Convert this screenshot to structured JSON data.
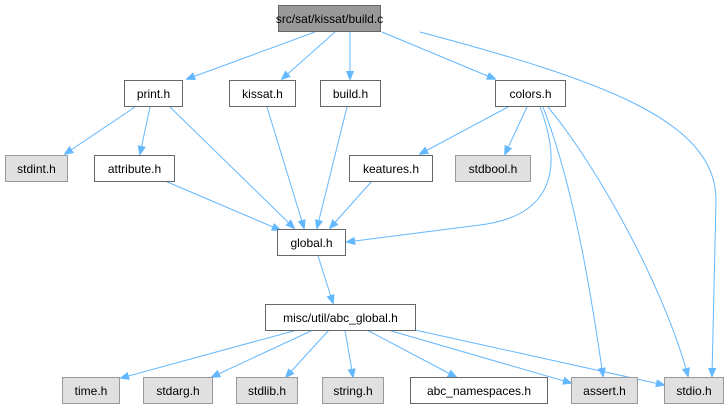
{
  "graph": {
    "root": "src/sat/kissat/build.c",
    "nodes": {
      "print": "print.h",
      "kissat": "kissat.h",
      "build": "build.h",
      "colors": "colors.h",
      "stdint": "stdint.h",
      "attribute": "attribute.h",
      "keatures": "keatures.h",
      "stdbool": "stdbool.h",
      "global": "global.h",
      "abc_global": "misc/util/abc_global.h",
      "time": "time.h",
      "stdarg": "stdarg.h",
      "stdlib": "stdlib.h",
      "string": "string.h",
      "abc_namespaces": "abc_namespaces.h",
      "assert": "assert.h",
      "stdio": "stdio.h"
    },
    "edges": [
      [
        "build.c",
        "print.h"
      ],
      [
        "build.c",
        "kissat.h"
      ],
      [
        "build.c",
        "build.h"
      ],
      [
        "build.c",
        "colors.h"
      ],
      [
        "build.c",
        "stdio.h"
      ],
      [
        "print.h",
        "stdint.h"
      ],
      [
        "print.h",
        "attribute.h"
      ],
      [
        "print.h",
        "global.h"
      ],
      [
        "kissat.h",
        "global.h"
      ],
      [
        "build.h",
        "global.h"
      ],
      [
        "colors.h",
        "keatures.h"
      ],
      [
        "colors.h",
        "stdbool.h"
      ],
      [
        "colors.h",
        "global.h"
      ],
      [
        "colors.h",
        "assert.h"
      ],
      [
        "colors.h",
        "stdio.h"
      ],
      [
        "attribute.h",
        "global.h"
      ],
      [
        "keatures.h",
        "global.h"
      ],
      [
        "global.h",
        "misc/util/abc_global.h"
      ],
      [
        "misc/util/abc_global.h",
        "time.h"
      ],
      [
        "misc/util/abc_global.h",
        "stdarg.h"
      ],
      [
        "misc/util/abc_global.h",
        "stdlib.h"
      ],
      [
        "misc/util/abc_global.h",
        "string.h"
      ],
      [
        "misc/util/abc_global.h",
        "abc_namespaces.h"
      ],
      [
        "misc/util/abc_global.h",
        "assert.h"
      ],
      [
        "misc/util/abc_global.h",
        "stdio.h"
      ]
    ],
    "colors": {
      "edge": "#63b8ff",
      "root_fill": "#999999",
      "system_fill": "#e0e0e0"
    }
  }
}
